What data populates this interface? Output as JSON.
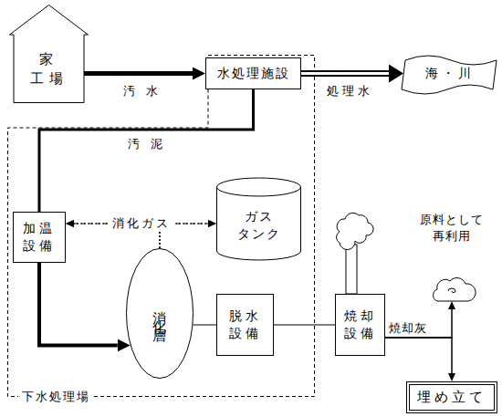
{
  "diagram": {
    "nodes": [
      {
        "text": [
          "家 工場"
        ]
      },
      {
        "text": [
          "下水処理場"
        ]
      },
      {
        "text": [
          "水処理施設"
        ],
        "in": 1
      },
      {
        "text": [
          "海・川"
        ]
      },
      {
        "text": [
          "加温 設備"
        ],
        "in": 1
      },
      {
        "text": [
          "ガス タンク"
        ],
        "in": 1
      },
      {
        "text": [
          "消化層"
        ],
        "in": 1
      },
      {
        "text": [
          "脱水 設備"
        ],
        "in": 1
      },
      {
        "text": [
          "焼却 設備"
        ]
      },
      {
        "text": [
          "原料として 再利用"
        ]
      },
      {
        "text": [
          "埋め立て"
        ]
      }
    ],
    "edges": [
      {
        "from": 0,
        "to": 2,
        "label": "汚水",
        "arrow": "to"
      },
      {
        "from": 2,
        "to": 3,
        "label": "処理水",
        "arrow": "to"
      },
      {
        "from": 2,
        "to": 4,
        "label": "汚泥",
        "arrow": "none"
      },
      {
        "from": 4,
        "to": 6,
        "arrow": "to"
      },
      {
        "from": 4,
        "to": 5,
        "label": "消化ガス",
        "arrow": "both"
      },
      {
        "from": 6,
        "to": 4,
        "arrow": "to"
      },
      {
        "from": 6,
        "to": 5,
        "arrow": "to"
      },
      {
        "from": 6,
        "to": 7,
        "arrow": "none"
      },
      {
        "from": 7,
        "to": 8,
        "arrow": "none"
      },
      {
        "from": 8,
        "to": 9,
        "label": "焼却灰",
        "arrow": "to"
      },
      {
        "from": 8,
        "to": 10,
        "arrow": "to"
      }
    ]
  }
}
